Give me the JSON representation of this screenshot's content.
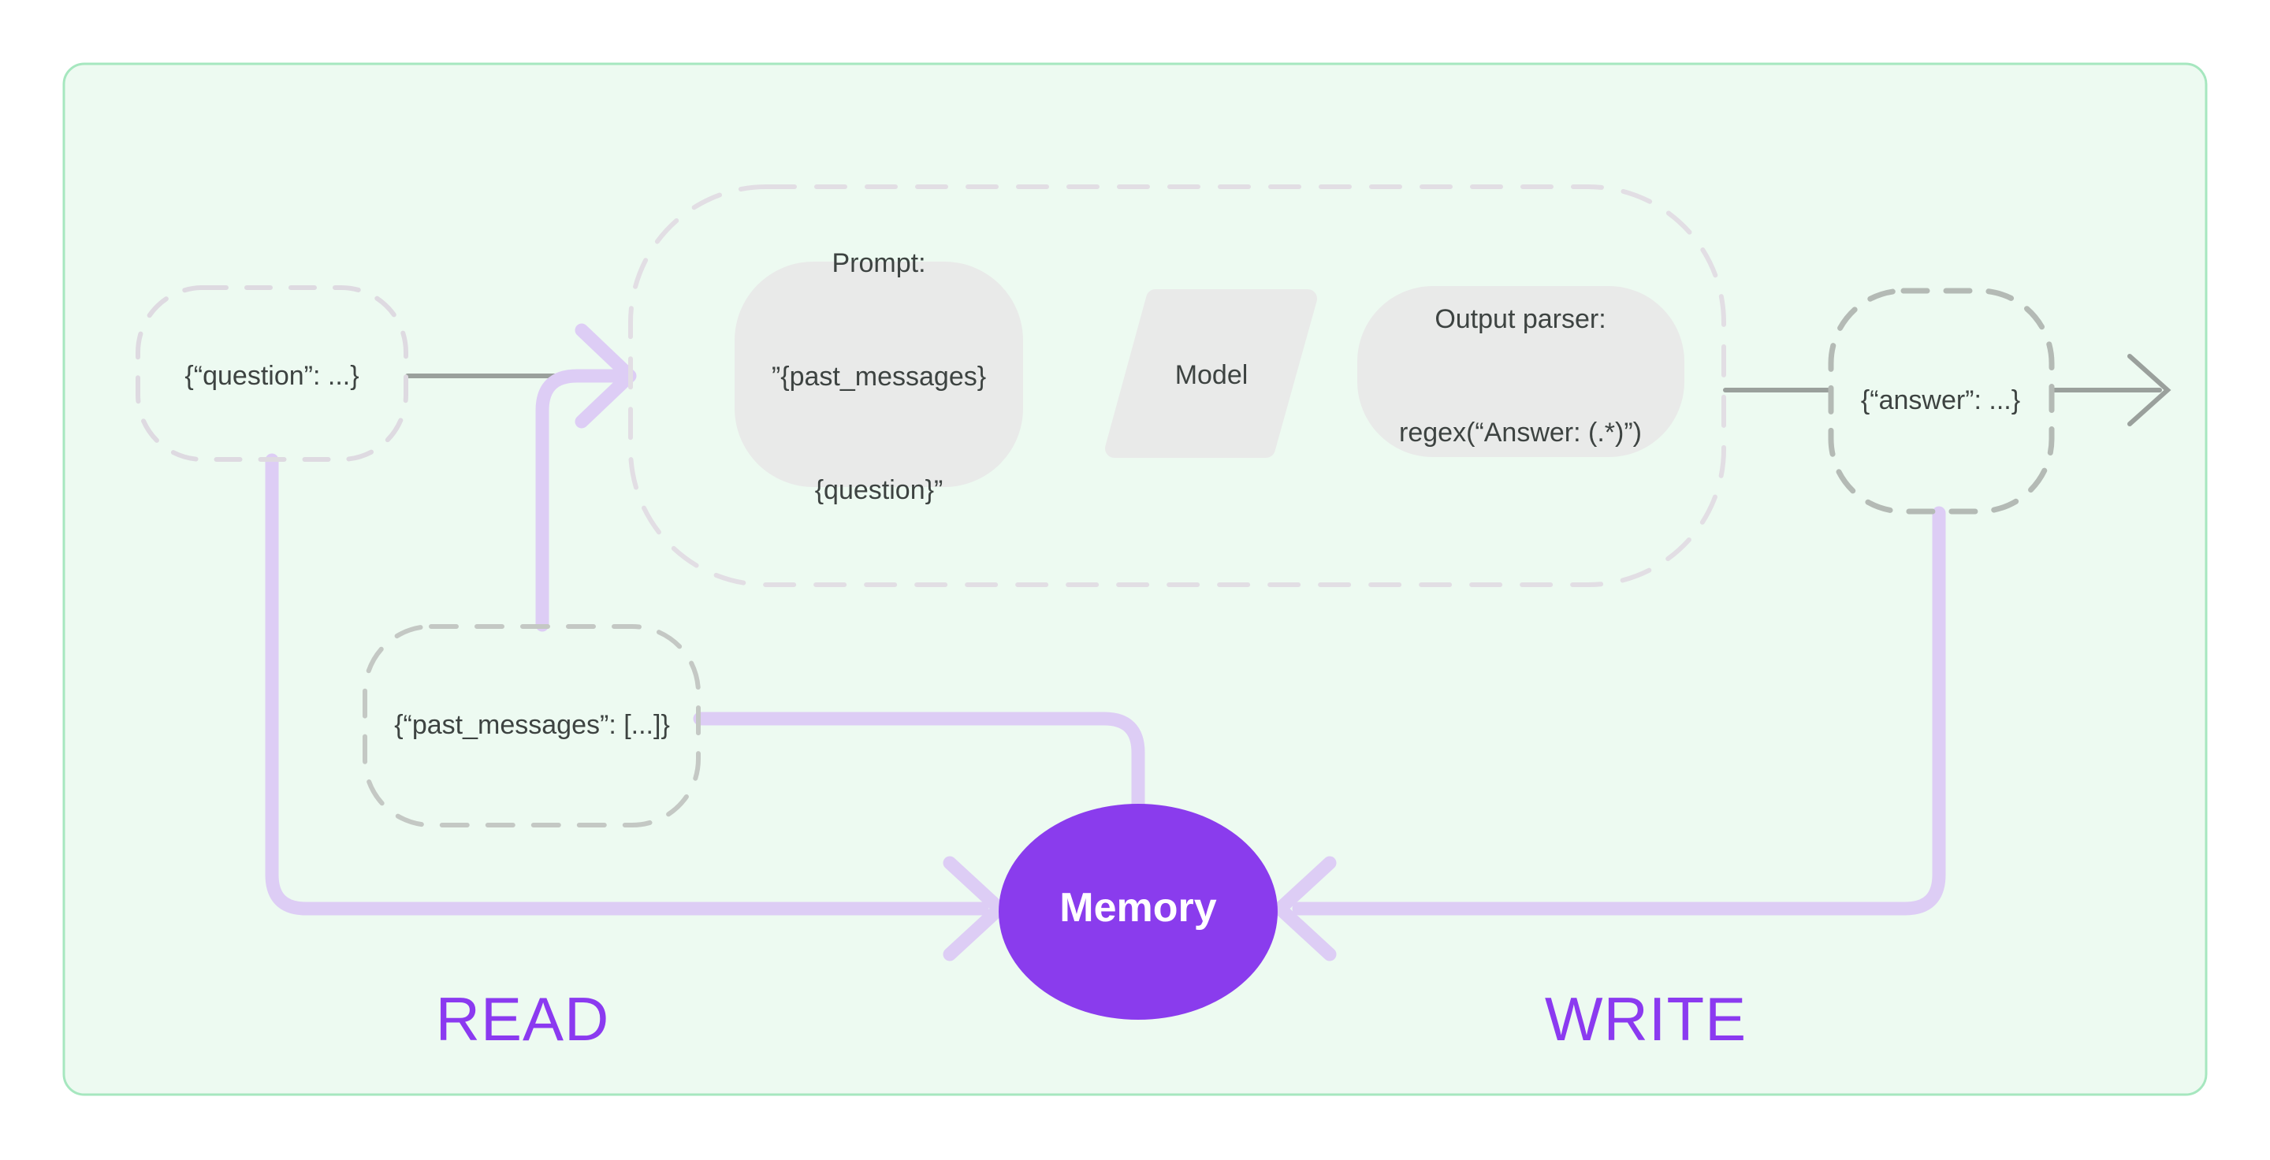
{
  "diagram": {
    "title_hint": "chain-with-memory flow diagram",
    "nodes": {
      "question": {
        "label": "{“question”: ...}"
      },
      "prompt": {
        "line1": "Prompt:",
        "line2": "”{past_messages}",
        "line3": "{question}”"
      },
      "model": {
        "label": "Model"
      },
      "output_parser": {
        "line1": "Output parser:",
        "line2": "regex(“Answer: (.*)”)"
      },
      "answer": {
        "label": "{“answer”: ...}"
      },
      "past_messages": {
        "label": "{“past_messages”: [...]}"
      },
      "memory": {
        "label": "Memory"
      }
    },
    "annotations": {
      "read": "READ",
      "write": "WRITE"
    },
    "colors": {
      "panel_fill": "#edfaf1",
      "panel_border": "#a6e7bf",
      "node_fill_grey": "#e9eae9",
      "text_dark": "#3d4341",
      "dash_chain": "#e2dee4",
      "dash_question": "#dedae1",
      "dash_past_messages": "#c4c8c4",
      "dash_answer": "#b4bab5",
      "connector_grey": "#9aa09c",
      "memory_fill": "#8a3ced",
      "memory_flow_line": "#ddcdf5",
      "flow_label_purple": "#8b3af0"
    }
  }
}
